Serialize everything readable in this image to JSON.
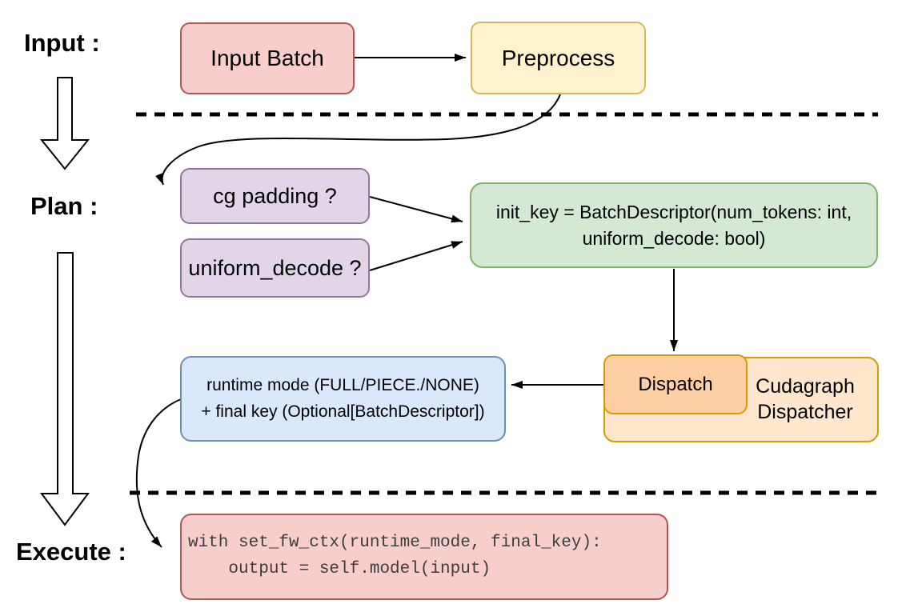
{
  "sections": {
    "input_label": "Input :",
    "plan_label": "Plan :",
    "execute_label": "Execute :"
  },
  "nodes": {
    "input_batch": "Input Batch",
    "preprocess": "Preprocess",
    "cg_padding": "cg padding ?",
    "uniform_decode": "uniform_decode ?",
    "init_key_line1": "init_key = BatchDescriptor(num_tokens: int,",
    "init_key_line2": "uniform_decode: bool)",
    "dispatch": "Dispatch",
    "dispatcher": "Cudagraph Dispatcher",
    "runtime_line1": "runtime mode (FULL/PIECE./NONE)",
    "runtime_line2": "+ final key (Optional[BatchDescriptor])",
    "code_line1": "with set_fw_ctx(runtime_mode, final_key):",
    "code_line2": "    output = self.model(input)"
  },
  "palette": {
    "red_fill": "#f8cecc",
    "red_stroke": "#b85450",
    "yellow_fill": "#fff2cc",
    "yellow_stroke": "#d6b656",
    "purple_fill": "#e1d5e7",
    "purple_stroke": "#9673a6",
    "green_fill": "#d5e8d4",
    "green_stroke": "#82b366",
    "blue_fill": "#dae8fc",
    "blue_stroke": "#6c8ebf",
    "orange_fill": "#ffe6cc",
    "orange_inner_fill": "#ffcfa4",
    "orange_stroke": "#d79b00",
    "connector": "#000000",
    "code_text": "#3d3d3d"
  }
}
